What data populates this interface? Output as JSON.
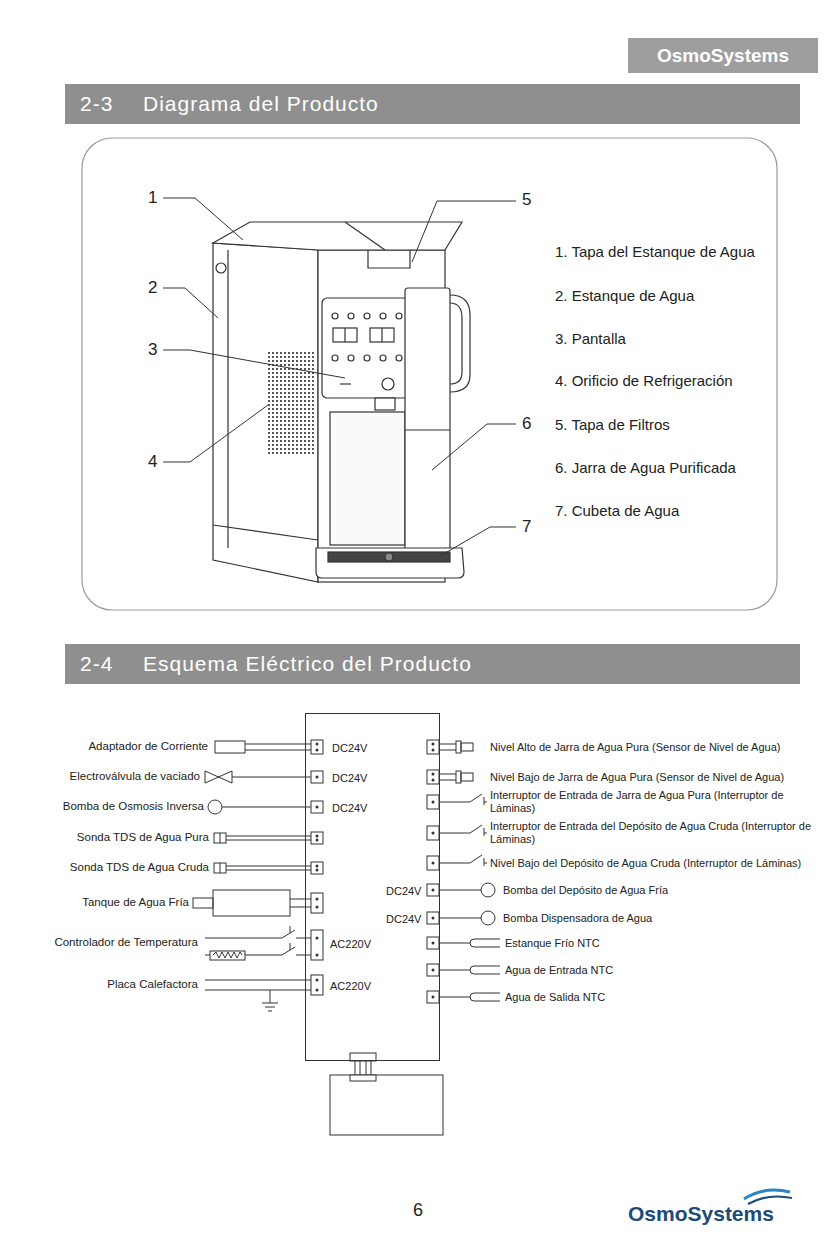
{
  "diagram": {
    "nodes": [
      {
        "text": [
          "OsmoSystems"
        ]
      },
      {
        "text": [
          "2-3",
          "Diagrama del Producto"
        ]
      },
      {
        "text": [
          "2-4",
          "Esquema Eléctrico del Producto"
        ]
      },
      {
        "text": [
          "DC24V",
          "DC24V",
          "DC24V",
          "AC220V",
          "AC220V",
          "DC24V",
          "DC24V"
        ]
      }
    ],
    "labels": [
      "1",
      "2",
      "3",
      "4",
      "5",
      "6",
      "7",
      "1. Tapa del Estanque de Agua",
      "2. Estanque de Agua",
      "3. Pantalla",
      "4. Orificio de Refrigeración",
      "5. Tapa de Filtros",
      "6. Jarra de Agua Purificada",
      "7. Cubeta de Agua",
      "Adaptador de Corriente",
      "Electroválvula de vaciado",
      "Bomba de Osmosis Inversa",
      "Sonda TDS de Agua Pura",
      "Sonda TDS de Agua Cruda",
      "Tanque de Agua Fría",
      "Controlador de Temperatura",
      "Placa Calefactora",
      "Nivel Alto de Jarra de Agua Pura (Sensor de Nivel de Agua)",
      "Nivel Bajo de Jarra de Agua Pura (Sensor de Nivel de Agua)",
      "Interruptor de Entrada de Jarra de Agua Pura (Interruptor de Láminas)",
      "Interruptor de Entrada del Depósito de Agua Cruda (Interruptor de Láminas)",
      "Nivel Bajo del Depósito de Agua Cruda (Interruptor de Láminas)",
      "Bomba del Depósito de Agua Fría",
      "Bomba Dispensadora de Agua",
      "Estanque Frío NTC",
      "Agua de Entrada NTC",
      "Agua de Salida NTC",
      "6",
      "OsmoSystems"
    ]
  }
}
